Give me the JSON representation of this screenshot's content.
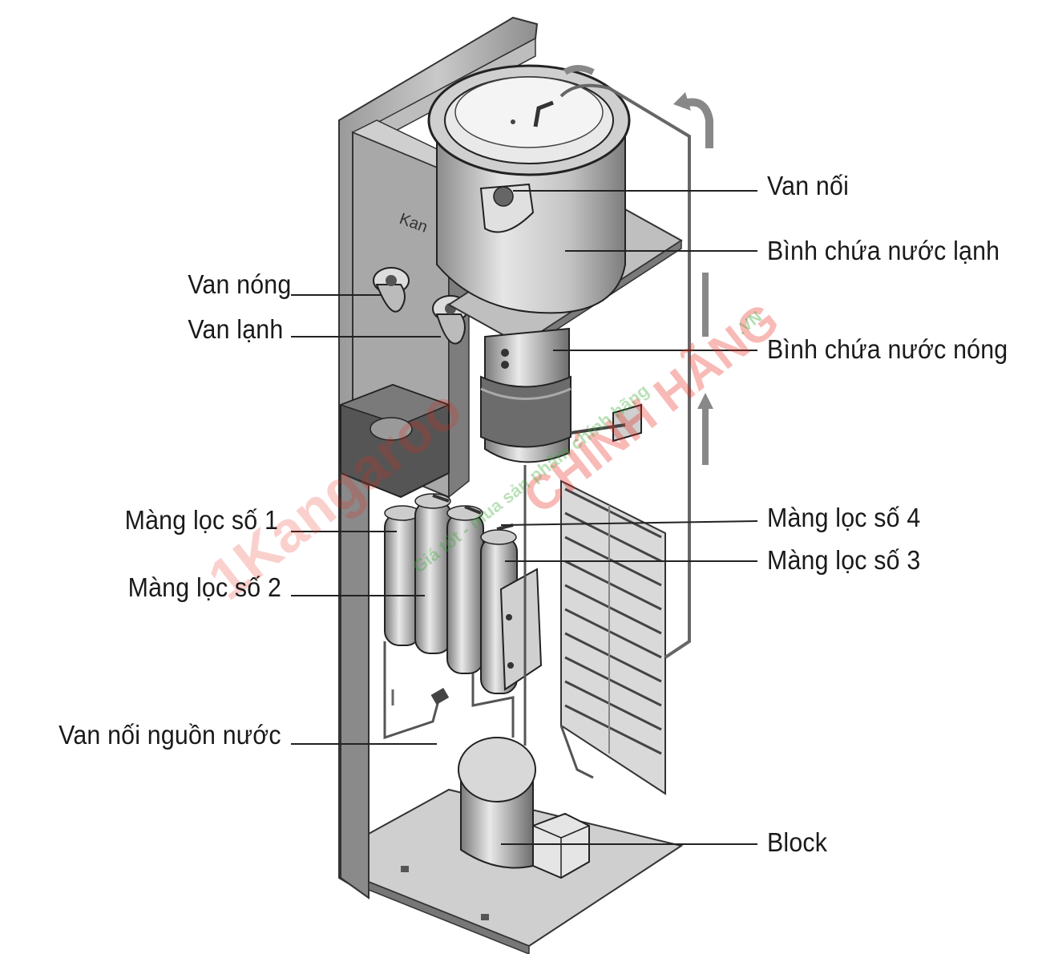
{
  "labels": {
    "van_noi": "Van nối",
    "binh_lanh": "Bình chứa nước lạnh",
    "binh_nong": "Bình chứa nước nóng",
    "mang_loc_4": "Màng lọc số 4",
    "mang_loc_3": "Màng lọc số 3",
    "block": "Block",
    "van_nong": "Van nóng",
    "van_lanh": "Van lạnh",
    "mang_loc_1": "Màng lọc số 1",
    "mang_loc_2": "Màng lọc số 2",
    "van_nguon": "Van nối nguồn nước"
  },
  "brand_text": "Kan",
  "watermark": {
    "logo": "1Kangaroo",
    "main": "CHÍNH HÃNG",
    "domain": ".VN",
    "slogan": "Giá tốt - mua sản phẩm chính hãng",
    "color": "#e8291c",
    "color_green": "#3aaa35"
  }
}
